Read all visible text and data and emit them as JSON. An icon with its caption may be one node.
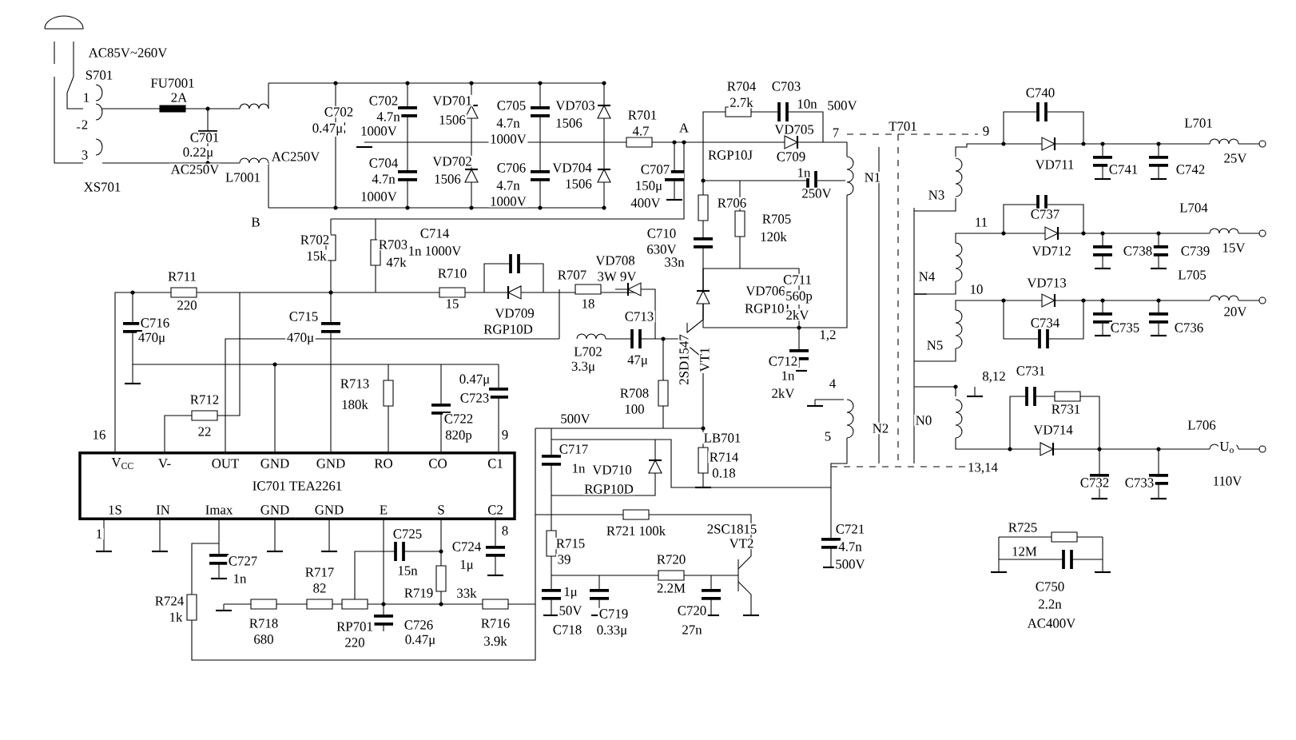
{
  "diagram": {
    "nodes": [
      {
        "text": [
          "IC701 TEA2261",
          "V$_{CC}$",
          "V-",
          "OUT",
          "GND",
          "GND",
          "RO",
          "CO",
          "C1",
          "1S",
          "IN",
          "Imax",
          "GND",
          "GND",
          "E",
          "S",
          "C2"
        ]
      }
    ],
    "labels": [
      "AC85V~260V",
      "S701",
      "FU7001",
      "1",
      "2A",
      "2",
      "3",
      "XS701",
      "C701",
      "0.22μ",
      "AC250V",
      "L7001",
      "AC250V",
      "B",
      "C702",
      "0.47μ",
      "C702",
      "4.7n",
      "1000V",
      "VD701",
      "1506",
      "C705",
      "4.7n",
      "1000V",
      "VD703",
      "1506",
      "R701",
      "4.7",
      "A",
      "C704",
      "4.7n",
      "1000V",
      "VD702",
      "1506",
      "C706",
      "4.7n",
      "1000V",
      "VD704",
      "1506",
      "C707",
      "150μ",
      "400V",
      "R704",
      "2.7k",
      "C703",
      "10n",
      "500V",
      "VD705",
      "RGP10J",
      "C709",
      "1n",
      "250V",
      "R706",
      "R705",
      "120k",
      "7",
      "T701",
      "9",
      "N1",
      "C740",
      "VD711",
      "C741",
      "C742",
      "L701",
      "25V",
      "N3",
      "11",
      "C737",
      "VD712",
      "C738",
      "C739",
      "L704",
      "15V",
      "R702",
      "15k",
      "R703",
      "47k",
      "C714",
      "1n 1000V",
      "C710",
      "630V",
      "33n",
      "VD706",
      "RGP10J",
      "C711",
      "560p",
      "2kV",
      "1,2",
      "N4",
      "10",
      "VD713",
      "L705",
      "20V",
      "C734",
      "C735",
      "C736",
      "N5",
      "R711",
      "220",
      "R710",
      "15",
      "VD709",
      "RGP10D",
      "R707",
      "18",
      "VD708",
      "3W 9V",
      "C713",
      "47μ",
      "C716",
      "470μ",
      "C715",
      "470μ",
      "L702",
      "3.3μ",
      "2SD1547",
      "VT1",
      "C712",
      "1n",
      "2kV",
      "4",
      "8,12",
      "C731",
      "R731",
      "R712",
      "22",
      "R713",
      "180k",
      "0.47μ",
      "C723",
      "R708",
      "100",
      "16",
      "C722",
      "820p",
      "9",
      "500V",
      "LB701",
      "5",
      "N2",
      "N0",
      "VD714",
      "L706",
      "C717",
      "U$_{o}$",
      "1n",
      "VD710",
      "R714",
      "0.18",
      "13,14",
      "C732",
      "C733",
      "110V",
      "RGP10D",
      "R721 100k",
      "2SC1815",
      "VT2",
      "C721",
      "4.7n",
      "500V",
      "1",
      "C725",
      "8",
      "C724",
      "R715",
      "39",
      "R725",
      "12M",
      "C727",
      "1n",
      "15n",
      "1μ",
      "R717",
      "82",
      "R720",
      "2.2M",
      "C750",
      "R724",
      "R719",
      "33k",
      "1μ",
      "1k",
      "50V",
      "C719",
      "C720",
      "2.2n",
      "R718",
      "RP701",
      "C726",
      "R716",
      "AC400V",
      "C718",
      "0.33μ",
      "27n",
      "680",
      "220",
      "0.47μ",
      "3.9k"
    ]
  }
}
